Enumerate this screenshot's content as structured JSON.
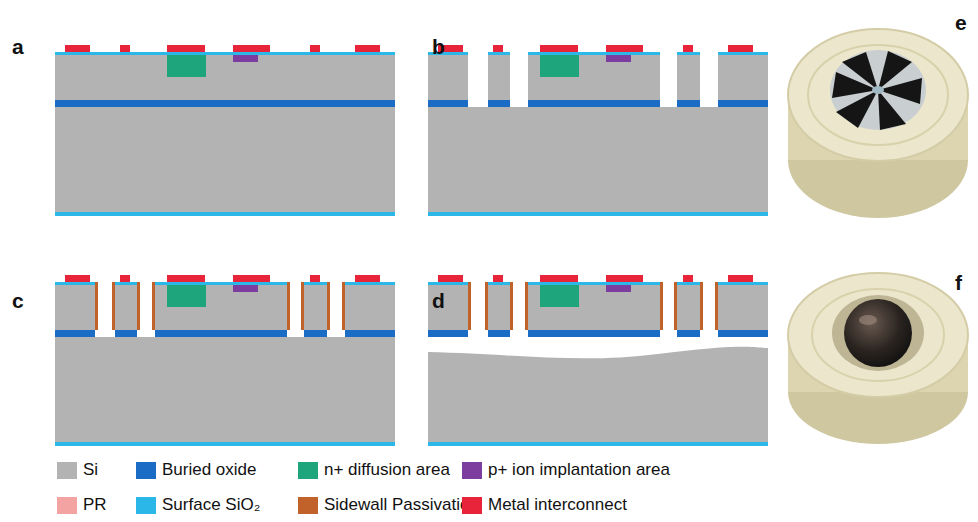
{
  "diagram": {
    "labels": [
      "a",
      "b",
      "c",
      "d",
      "e",
      "f"
    ],
    "legend": [
      {
        "text": "Si",
        "color": "#b3b3b3"
      },
      {
        "text": "Buried oxide",
        "color": "#1a6cc4"
      },
      {
        "text": "n+ diffusion area",
        "color": "#1fa57b"
      },
      {
        "text": "p+ ion implantation area",
        "color": "#7d3d9e"
      },
      {
        "text": "PR",
        "color": "#f4a3a3"
      },
      {
        "text": "Surface SiO₂",
        "color": "#2bb8e8"
      },
      {
        "text": "Sidewall Passivation",
        "color": "#c0622a"
      },
      {
        "text": "Metal interconnect",
        "color": "#e8243a"
      }
    ]
  }
}
